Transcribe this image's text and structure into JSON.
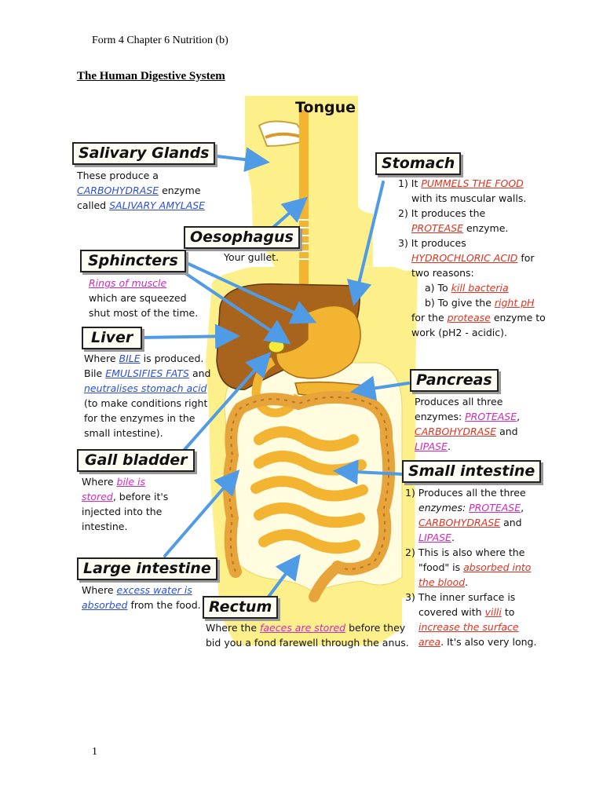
{
  "header": {
    "text": "Form 4 Chapter 6 Nutrition (b)"
  },
  "title": "The Human Digestive System",
  "diagram": {
    "tongue": "Tongue",
    "salivary": {
      "title": "Salivary Glands",
      "l1": "These produce a",
      "l2a": "CARBOHYDRASE",
      "l2b": " enzyme",
      "l3a": "called ",
      "l3b": "SALIVARY AMYLASE"
    },
    "oesophagus": {
      "title": "Oesophagus",
      "l1": "Your gullet."
    },
    "sphincters": {
      "title": "Sphincters",
      "l1": "Rings of muscle",
      "l2": "which are squeezed",
      "l3": "shut most of the time."
    },
    "liver": {
      "title": "Liver",
      "l1a": "Where ",
      "l1b": "BILE",
      "l1c": " is produced.",
      "l2a": "Bile ",
      "l2b": "EMULSIFIES FATS",
      "l2c": " and",
      "l3": "neutralises stomach acid",
      "l4": "(to make conditions right",
      "l5": "for the enzymes in the",
      "l6": "small intestine)."
    },
    "gall": {
      "title": "Gall bladder",
      "l1a": "Where ",
      "l1b": "bile is",
      "l2a": "stored",
      "l2b": ", before it's",
      "l3": "injected into the",
      "l4": "intestine."
    },
    "large": {
      "title": "Large intestine",
      "l1a": "Where ",
      "l1b": "excess water is",
      "l2a": "absorbed",
      "l2b": " from the food."
    },
    "rectum": {
      "title": "Rectum",
      "l1a": "Where the ",
      "l1b": "faeces are stored",
      "l1c": " before they",
      "l2": "bid you a fond farewell through the anus."
    },
    "stomach": {
      "title": "Stomach",
      "l1a": "1) It ",
      "l1b": "PUMMELS THE FOOD",
      "l2": "with its muscular walls.",
      "l3": "2) It produces the",
      "l4a": "PROTEASE",
      "l4b": " enzyme.",
      "l5": "3) It produces",
      "l6a": "HYDROCHLORIC ACID",
      "l6b": " for",
      "l7": "two reasons:",
      "l8a": "a) To ",
      "l8b": "kill bacteria",
      "l9a": "b) To give the ",
      "l9b": "right pH",
      "l10a": "for the ",
      "l10b": "protease",
      "l10c": " enzyme to",
      "l11": "work (pH2 - acidic)."
    },
    "pancreas": {
      "title": "Pancreas",
      "l1": "Produces all three",
      "l2a": "enzymes: ",
      "l2b": "PROTEASE",
      "l2c": ",",
      "l3a": "CARBOHYDRASE",
      "l3b": "  and",
      "l4a": "LIPASE",
      "l4b": "."
    },
    "small": {
      "title": "Small intestine",
      "l1": "1) Produces all the three",
      "l2a": "enzymes: ",
      "l2b": "PROTEASE",
      "l2c": ",",
      "l3a": "CARBOHYDRASE",
      "l3b": " and",
      "l4a": "LIPASE",
      "l4b": ".",
      "l5": "2) This is also where the",
      "l6a": "\"food\" is ",
      "l6b": "absorbed into",
      "l7": "the blood",
      "l7b": ".",
      "l8": "3) The inner surface is",
      "l9a": "covered with ",
      "l9b": "villi",
      "l9c": " to",
      "l10": "increase the surface",
      "l11a": "area",
      "l11b": ". It's also very long."
    }
  },
  "page_number": "1",
  "colors": {
    "body": "#fdf08a",
    "organ": "#f2b431",
    "liver": "#a8641c",
    "arrow_blue": "#4f9be6",
    "arrow_purple": "#c640b8"
  }
}
